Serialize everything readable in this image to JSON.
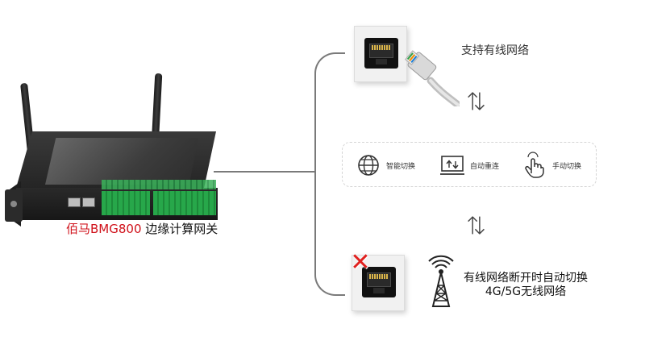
{
  "device": {
    "brand": "佰马BMG800",
    "product": " 边缘计算网关"
  },
  "wired": {
    "label": "支持有线网络"
  },
  "switch_symbol": "⇅",
  "modes": [
    {
      "icon": "globe-icon",
      "label": "智能切换"
    },
    {
      "icon": "monitor-upload-icon",
      "label": "自动重连"
    },
    {
      "icon": "hand-pointer-icon",
      "label": "手动切换"
    }
  ],
  "failover": {
    "line1": "有线网络断开时自动切换",
    "line2": "4G/5G无线网络"
  },
  "colors": {
    "brand_red": "#d0121b",
    "disconnect_red": "#e0201e",
    "terminal_green": "#27a74a",
    "line_gray": "#7a7a7a"
  }
}
